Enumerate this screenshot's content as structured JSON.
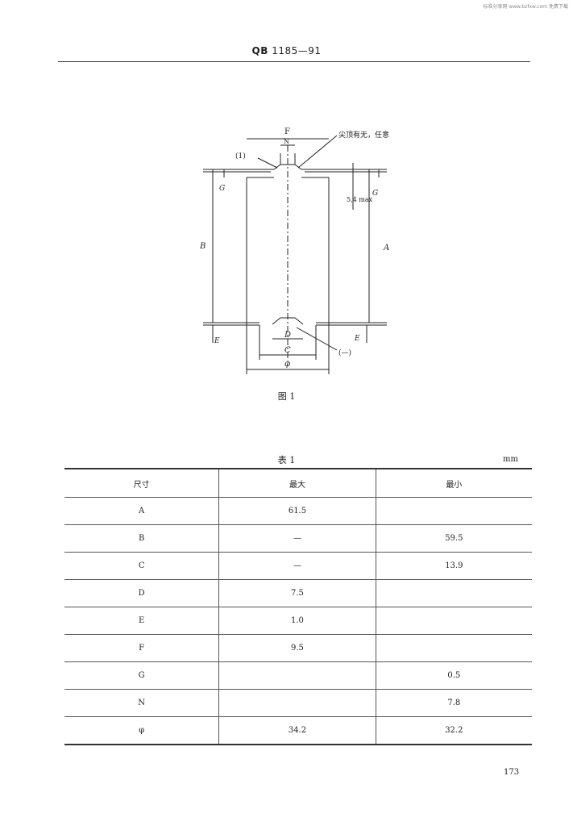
{
  "watermark": "标准分享网 www.bzfxw.com 免费下载",
  "header": {
    "standard_prefix": "QB",
    "standard_number": "1185—91"
  },
  "figure": {
    "caption": "图 1",
    "labels": {
      "F": "F",
      "N": "N",
      "G": "G",
      "B": "B",
      "A": "A",
      "E": "E",
      "D": "D",
      "C": "C",
      "phi": "φ",
      "max": "5,4 max",
      "note": "尖顶有无，任意",
      "mark_one": "(1)",
      "mark_minus": "(—)"
    }
  },
  "table": {
    "title": "表 1",
    "unit": "mm",
    "headers": {
      "dim": "尺寸",
      "max": "最大",
      "min": "最小"
    },
    "rows": [
      {
        "dim": "A",
        "max": "61.5",
        "min": ""
      },
      {
        "dim": "B",
        "max": "—",
        "min": "59.5"
      },
      {
        "dim": "C",
        "max": "—",
        "min": "13.9"
      },
      {
        "dim": "D",
        "max": "7.5",
        "min": ""
      },
      {
        "dim": "E",
        "max": "1.0",
        "min": ""
      },
      {
        "dim": "F",
        "max": "9.5",
        "min": ""
      },
      {
        "dim": "G",
        "max": "",
        "min": "0.5"
      },
      {
        "dim": "N",
        "max": "",
        "min": "7.8"
      },
      {
        "dim": "φ",
        "max": "34.2",
        "min": "32.2"
      }
    ]
  },
  "page_number": "173"
}
